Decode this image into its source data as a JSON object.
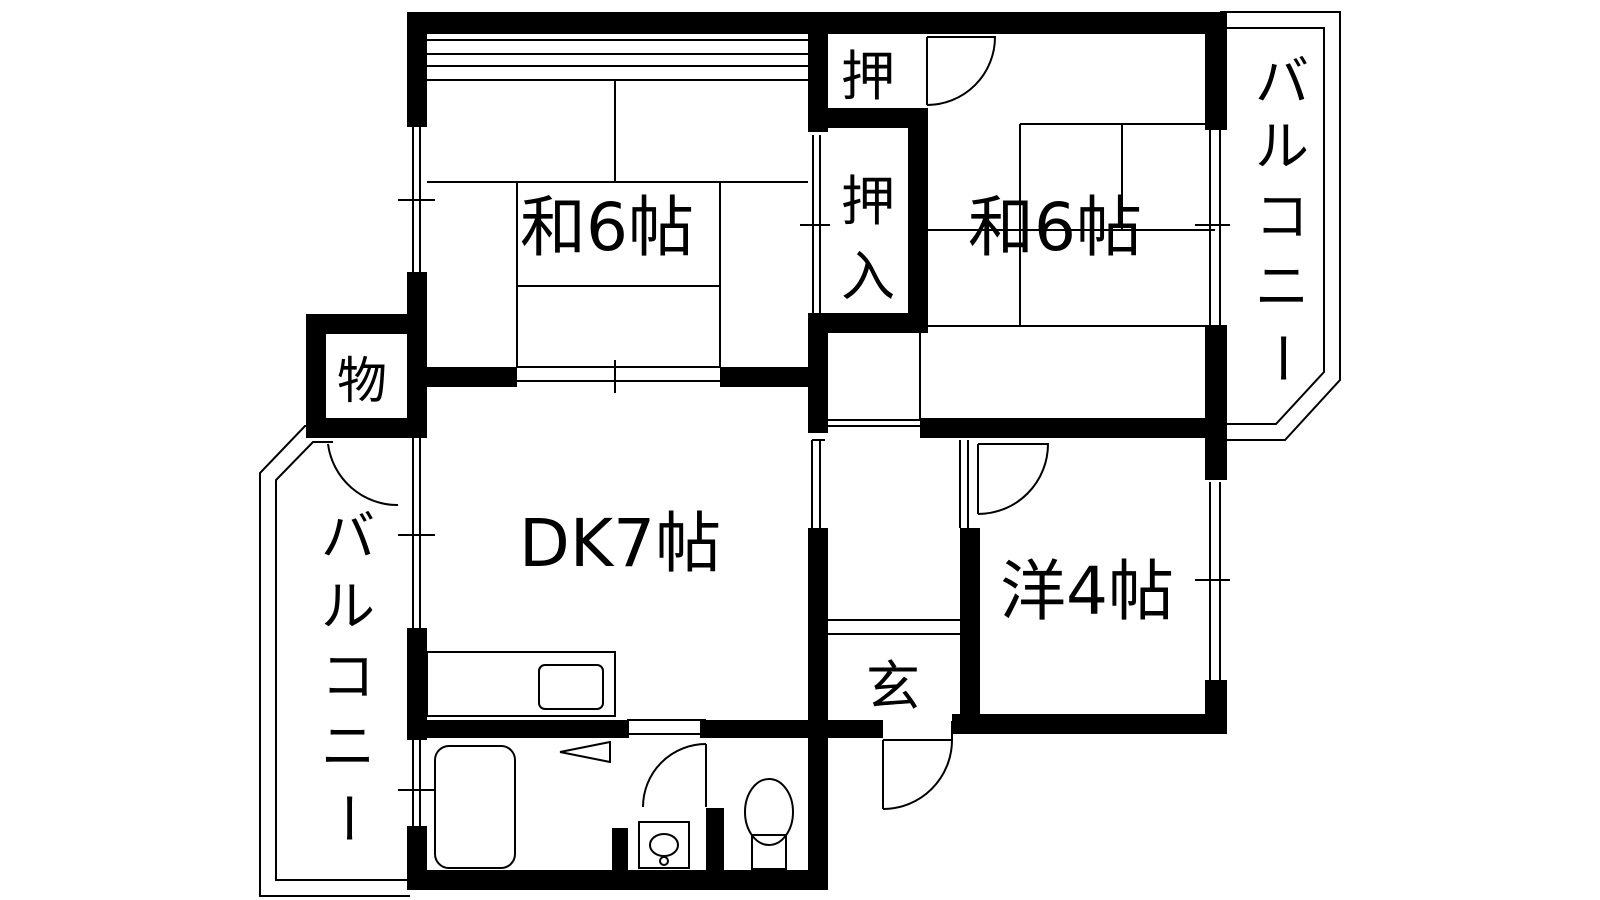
{
  "rooms": {
    "washitsu_west": "和6帖",
    "washitsu_east": "和6帖",
    "dk": "DK7帖",
    "youshitsu": "洋4帖",
    "oshiire_small": "押",
    "oshiire_tall": [
      "押",
      "入"
    ],
    "storage": "物",
    "genkan": "玄"
  },
  "balconies": {
    "east_chars": [
      "バ",
      "ル",
      "コ",
      "ニ",
      "ー"
    ],
    "west_chars": [
      "バ",
      "ル",
      "コ",
      "ニ",
      "ー"
    ]
  },
  "colors": {
    "wall": "#000000",
    "background": "#ffffff",
    "line": "#000000"
  }
}
